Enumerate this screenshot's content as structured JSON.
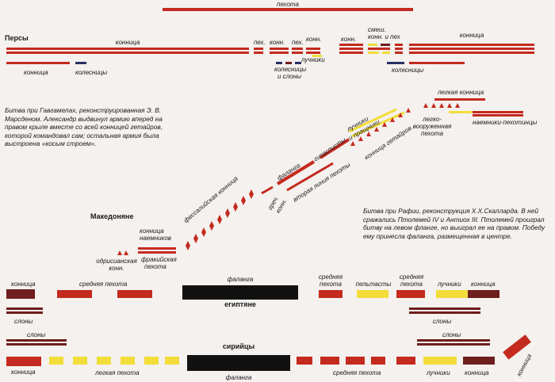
{
  "colors": {
    "red": "#c42a1e",
    "dark_red": "#6e1e1c",
    "yellow": "#f2dd3a",
    "black": "#111111",
    "navy": "#2a2f64",
    "background": "#f4f1ee"
  },
  "gaugamela": {
    "army_label": "Персы",
    "labels": {
      "pekhota_top": "пехота",
      "konnitsa_left": "конница",
      "pekh1": "пех.",
      "konn1": "конн.",
      "pekh2": "пех.",
      "konn2": "конн.",
      "luchniki": "лучники",
      "konn3": "конн.",
      "smesh": "смеш.",
      "konn_i_pekh": "конн. и пех",
      "konnitsa_right": "конница",
      "konnitsa_low": "конница",
      "kolesnitsy1": "колесницы",
      "kolesnitsy_i": "колесницы",
      "i_slony": "и слоны",
      "kolesnitsy2": "колесницы"
    },
    "caption": "Битва при Гавгамелах, реконструированная Э. В. Марсденом. Александр выдвинул армию вперед на правом крыле вместе со всей конницей гетайров, которой командовал сам; остальная армия была выстроена «косым строем».",
    "macedonians": {
      "army_label": "Македоняне",
      "labels": {
        "odris_1": "одрисианская",
        "odris_2": "конн.",
        "naem_1": "конница",
        "naem_2": "наемников",
        "frak_1": "фракийская",
        "frak_2": "пехота",
        "fess": "фессалийская конница",
        "grech_1": "греч.",
        "grech_2": "конн.",
        "falanga": "фаланга",
        "vtoraya": "вторая линия пехоты",
        "gipaspisty": "гипасписты",
        "luchniki_1": "лучники",
        "luchniki_2": "и пращники",
        "getairy": "конница гетайров",
        "leg_konn": "легкая конница",
        "lv1": "легко-",
        "lv2": "вооруженная",
        "lv3": "пехота",
        "naem_peh": "наемники-пехотинцы"
      }
    }
  },
  "raphia": {
    "caption": "Битва при Рафии, реконструкция Х.Х.Скалларда. В ней сражались Птолемей IV и Антиох III. Птолемей проиграл битву на левом фланге, но выиграл ее на правом. Победу ему принесла фаланга, размещенная в центре.",
    "egypt_label": "египтяне",
    "syria_label": "сирийцы",
    "egypt_labels": {
      "konnitsa_l": "конница",
      "sred_l": "средняя пехота",
      "falanga": "фаланга",
      "sred_r1a": "средняя",
      "sred_r1b": "пехота",
      "peltasty": "пельтасты",
      "sred_r2a": "средняя",
      "sred_r2b": "пехота",
      "luchniki": "лучники",
      "konnitsa_r": "конница",
      "slony_l": "слоны",
      "slony_r": "слоны"
    },
    "syria_labels": {
      "slony_l": "слоны",
      "slony_r": "слоны",
      "konnitsa_l": "конница",
      "legk": "легкая пехота",
      "falanga": "фаланга",
      "sred": "средняя пехота",
      "luchniki": "лучники",
      "konnitsa_r": "конница",
      "konnitsa_far": "конница"
    }
  }
}
